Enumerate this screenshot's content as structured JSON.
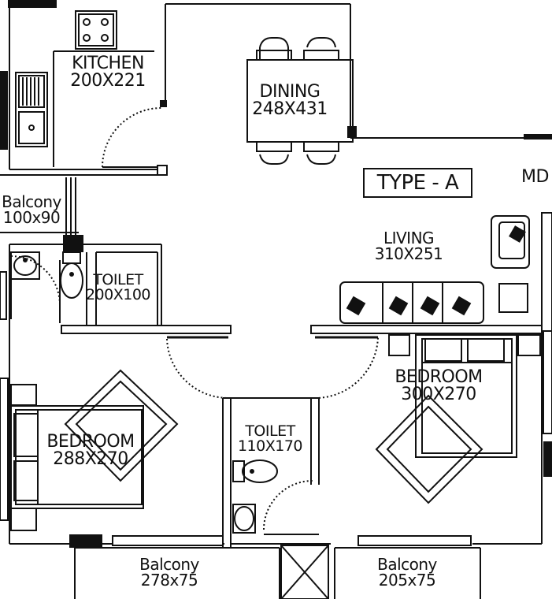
{
  "plan_type": "TYPE - A",
  "edge_label": "MD",
  "rooms": {
    "kitchen": {
      "name": "KITCHEN",
      "size": "200X221"
    },
    "dining": {
      "name": "DINING",
      "size": "248X431"
    },
    "living": {
      "name": "LIVING",
      "size": "310X251"
    },
    "balcony_small": {
      "name": "Balcony",
      "size": "100x90"
    },
    "toilet_1": {
      "name": "TOILET",
      "size": "200X100"
    },
    "toilet_2": {
      "name": "TOILET",
      "size": "110X170"
    },
    "bedroom_1": {
      "name": "BEDROOM",
      "size": "288X270"
    },
    "bedroom_2": {
      "name": "BEDROOM",
      "size": "300X270"
    },
    "balcony_1": {
      "name": "Balcony",
      "size": "278x75"
    },
    "balcony_2": {
      "name": "Balcony",
      "size": "205x75"
    }
  },
  "colors": {
    "line": "#111111",
    "background": "#ffffff"
  }
}
